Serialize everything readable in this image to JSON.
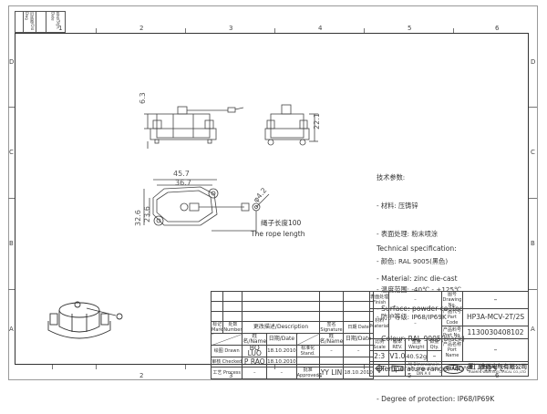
{
  "sheet": {
    "column_zones": [
      "1",
      "2",
      "3",
      "4",
      "5",
      "6"
    ],
    "row_zones": [
      "D",
      "C",
      "B",
      "A"
    ],
    "revision_header": {
      "col1": "",
      "col2": "旧底图/Old Dwg",
      "col3": "",
      "col4": "签名/Sign. Date"
    }
  },
  "views": {
    "front_dims": {
      "height_top": "6.3"
    },
    "side_dims": {
      "height": "22.1"
    },
    "top_dims": {
      "width_outer": "45.7",
      "width_inner": "36.7",
      "height_outer": "32.6",
      "height_inner": "23.6",
      "hole_dia": "φ4.2"
    },
    "rope": {
      "cn": "绳子长度100",
      "en": "The rope length"
    }
  },
  "tech_spec_cn": {
    "title": "技术参数:",
    "lines": [
      "- 材料: 压铸锌",
      "- 表面处理: 粉末喷涂",
      "- 颜色: RAL 9005(黑色)",
      "- 温度范围: -40℃ - +125℃",
      "- 防护等级: IP68/IP69K"
    ]
  },
  "tech_spec_en": {
    "title": "Technical specification:",
    "lines": [
      "- Material: zinc die-cast",
      "- Surface: powder-coated",
      "- Colour: RAL 9005(black)",
      "- Temperature range: -40℃ - +125℃",
      "- Degree of protection: IP68/IP69K"
    ]
  },
  "title_block": {
    "headers": {
      "mark": "标记 Mark",
      "number": "处数 Number",
      "description": "更改描述/Description",
      "signature": "签名 Signature",
      "date": "日期 Date",
      "name": "姓名/Name",
      "date2": "日期/Date"
    },
    "rows": [
      {
        "role": "绘图 Drawn",
        "name": "BQ LUO",
        "date": "18.10.2010",
        "role2": "标准化 Stand.",
        "name2": "–",
        "date2": "–"
      },
      {
        "role": "审核 Checked",
        "name": "P RAO",
        "date": "18.10.2010",
        "role2": "",
        "name2": "",
        "date2": ""
      },
      {
        "role": "工艺 Process",
        "name": "–",
        "date": "–",
        "role2": "批准 Approved",
        "name2": "YY LIN",
        "date2": "18.10.2010"
      }
    ],
    "finish": {
      "label": "表面处理 Finish",
      "value": "–"
    },
    "material": {
      "label": "材料 Material",
      "value": "–"
    },
    "drawing_no": {
      "label": "图号 Drawing No.",
      "value": "–"
    },
    "part_code": {
      "label": "产品代号 Part Code",
      "value": "HP3A-MCV-2T/2S"
    },
    "part_no": {
      "label": "产品料号 Port No.",
      "value": "1130030408102"
    },
    "part_name": {
      "label": "产品名称 Port Name",
      "value": "–"
    },
    "scale": {
      "label": "比例 Scale",
      "value": "2:3"
    },
    "rev": {
      "label": "版本 REV.",
      "value": "V1.0"
    },
    "weight": {
      "label": "重量 Weight",
      "value": "40.52g"
    },
    "qty": {
      "label": "数量 Qty.",
      "value": "–"
    },
    "dims_note": "All Dimensions in mm Original Size DIN A 4",
    "company": {
      "logo": "WAIN",
      "cn": "厦门唯恩电气有限公司",
      "en": "XIAMEN WAIN ELECTRICAL CO.,LTD"
    }
  }
}
